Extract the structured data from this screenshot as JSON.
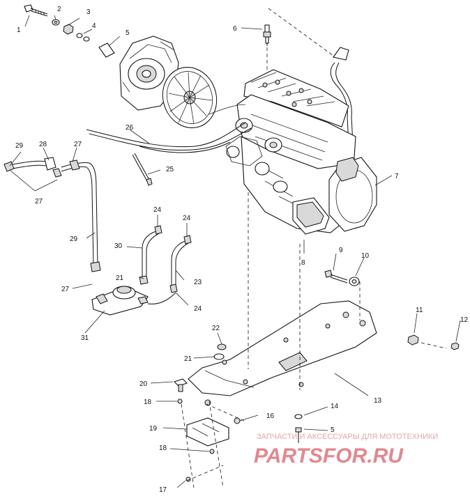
{
  "diagram": {
    "callouts": {
      "c1": "1",
      "c2": "2",
      "c3": "3",
      "c4": "4",
      "c5": "5",
      "c6": "6",
      "c7": "7",
      "c8": "8",
      "c9": "9",
      "c10": "10",
      "c11": "11",
      "c12": "12",
      "c13": "13",
      "c14": "14",
      "c15": "5",
      "c16": "16",
      "c17": "17",
      "c18a": "18",
      "c18b": "18",
      "c19": "19",
      "c20": "20",
      "c21a": "21",
      "c21b": "21",
      "c22": "22",
      "c23": "23",
      "c24a": "24",
      "c24b": "24",
      "c24c": "24",
      "c25": "25",
      "c26": "26",
      "c27a": "27",
      "c27b": "27",
      "c27c": "27",
      "c28": "28",
      "c29a": "29",
      "c29b": "29",
      "c30": "30",
      "c31": "31"
    }
  },
  "watermark": {
    "line1": "ЗАПЧАСТИ И АКСЕССУАРЫ ДЛЯ МОТОТЕХНИКИ",
    "line2": "PARTSFOR.RU"
  }
}
